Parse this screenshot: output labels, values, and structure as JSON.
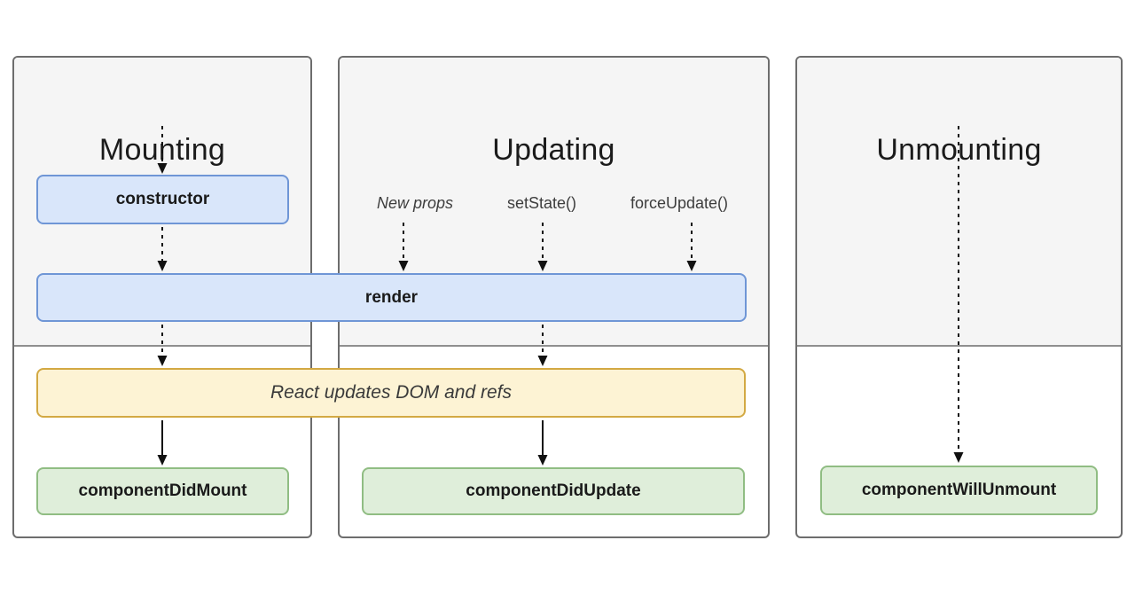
{
  "columns": [
    {
      "title": "Mounting"
    },
    {
      "title": "Updating"
    },
    {
      "title": "Unmounting"
    }
  ],
  "triggers": [
    {
      "label": "New props"
    },
    {
      "label": "setState()"
    },
    {
      "label": "forceUpdate()"
    }
  ],
  "boxes": {
    "constructor": "constructor",
    "render": "render",
    "react_updates": "React updates DOM and refs",
    "component_did_mount": "componentDidMount",
    "component_did_update": "componentDidUpdate",
    "component_will_unmount": "componentWillUnmount"
  },
  "colors": {
    "blue_fill": "#d9e6fa",
    "blue_border": "#6f96d6",
    "green_fill": "#dfeeda",
    "green_border": "#90bd83",
    "yellow_fill": "#fdf3d4",
    "yellow_border": "#d3a943",
    "phase_gray": "#f5f5f5",
    "column_border": "#6d6d6d",
    "split_line": "#8f8f8f"
  }
}
